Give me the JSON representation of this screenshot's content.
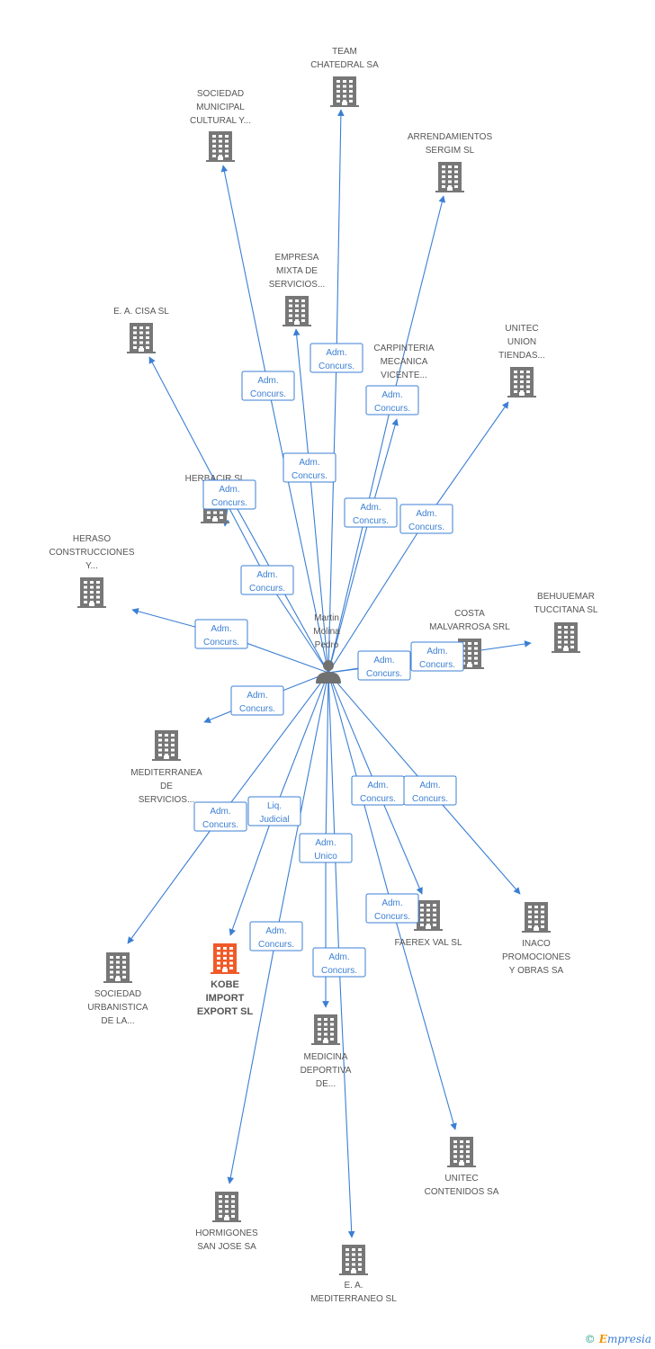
{
  "center": {
    "name_lines": [
      "Martin",
      "Molina",
      "Pedro"
    ]
  },
  "colors": {
    "edge": "#3b7fd4",
    "company": "#777777",
    "highlight": "#f05a28",
    "person": "#707070"
  },
  "nodes": [
    {
      "id": "team",
      "lines": [
        "TEAM",
        "CHATEDRAL SA"
      ]
    },
    {
      "id": "soc-municipal",
      "lines": [
        "SOCIEDAD",
        "MUNICIPAL",
        "CULTURAL Y..."
      ]
    },
    {
      "id": "arrend",
      "lines": [
        "ARRENDAMIENTOS",
        "SERGIM SL"
      ]
    },
    {
      "id": "empresa-mixta",
      "lines": [
        "EMPRESA",
        "MIXTA DE",
        "SERVICIOS..."
      ]
    },
    {
      "id": "ea-cisa",
      "lines": [
        "E. A. CISA SL"
      ]
    },
    {
      "id": "carpinteria",
      "lines": [
        "CARPINTERIA",
        "MECANICA",
        "VICENTE..."
      ]
    },
    {
      "id": "unitec-union",
      "lines": [
        "UNITEC",
        "UNION",
        "TIENDAS..."
      ]
    },
    {
      "id": "herbacir",
      "lines": [
        "HERBACIR SL"
      ]
    },
    {
      "id": "heraso",
      "lines": [
        "HERASO",
        "CONSTRUCCIONES",
        "Y..."
      ]
    },
    {
      "id": "costa",
      "lines": [
        "COSTA",
        "MALVARROSA SRL"
      ]
    },
    {
      "id": "behuuemar",
      "lines": [
        "BEHUUEMAR",
        "TUCCITANA SL"
      ]
    },
    {
      "id": "mediterranea-serv",
      "lines": [
        "MEDITERRANEA",
        "DE",
        "SERVICIOS..."
      ]
    },
    {
      "id": "faerex",
      "lines": [
        "FAEREX VAL SL"
      ]
    },
    {
      "id": "inaco",
      "lines": [
        "INACO",
        "PROMOCIONES",
        "Y OBRAS SA"
      ]
    },
    {
      "id": "soc-urbanistica",
      "lines": [
        "SOCIEDAD",
        "URBANISTICA",
        "DE LA..."
      ]
    },
    {
      "id": "kobe",
      "lines": [
        "KOBE",
        "IMPORT",
        "EXPORT SL"
      ]
    },
    {
      "id": "medicina",
      "lines": [
        "MEDICINA",
        "DEPORTIVA",
        "DE..."
      ]
    },
    {
      "id": "unitec-cont",
      "lines": [
        "UNITEC",
        "CONTENIDOS SA"
      ]
    },
    {
      "id": "hormigones",
      "lines": [
        "HORMIGONES",
        "SAN JOSE SA"
      ]
    },
    {
      "id": "ea-medit",
      "lines": [
        "E. A.",
        "MEDITERRANEO SL"
      ]
    }
  ],
  "edges": [
    {
      "to": "team",
      "lines": [
        "Adm.",
        "Concurs."
      ]
    },
    {
      "to": "soc-municipal",
      "lines": [
        "Adm.",
        "Concurs."
      ]
    },
    {
      "to": "arrend",
      "lines": [
        "Adm.",
        "Concurs."
      ]
    },
    {
      "to": "empresa-mixta",
      "lines": [
        "Adm.",
        "Concurs."
      ]
    },
    {
      "to": "ea-cisa",
      "lines": [
        "Adm.",
        "Concurs."
      ]
    },
    {
      "to": "carpinteria",
      "lines": [
        "Adm.",
        "Concurs."
      ]
    },
    {
      "to": "unitec-union",
      "lines": [
        "Adm.",
        "Concurs."
      ]
    },
    {
      "to": "herbacir",
      "lines": [
        "Adm.",
        "Concurs."
      ]
    },
    {
      "to": "heraso",
      "lines": [
        "Adm.",
        "Concurs."
      ]
    },
    {
      "to": "costa",
      "lines": [
        "Adm.",
        "Concurs."
      ]
    },
    {
      "to": "behuuemar",
      "lines": [
        "Adm.",
        "Concurs."
      ]
    },
    {
      "to": "mediterranea-serv",
      "lines": [
        "Adm.",
        "Concurs."
      ]
    },
    {
      "to": "faerex",
      "lines": [
        "Adm.",
        "Concurs."
      ]
    },
    {
      "to": "inaco",
      "lines": [
        "Adm.",
        "Concurs."
      ]
    },
    {
      "to": "soc-urbanistica",
      "lines": [
        "Adm.",
        "Concurs."
      ]
    },
    {
      "to": "kobe",
      "lines": [
        "Liq.",
        "Judicial"
      ]
    },
    {
      "to": "medicina",
      "lines": [
        "Adm.",
        "Unico"
      ]
    },
    {
      "to": "unitec-cont",
      "lines": [
        "Adm.",
        "Concurs."
      ]
    },
    {
      "to": "hormigones",
      "lines": [
        "Adm.",
        "Concurs."
      ]
    },
    {
      "to": "ea-medit",
      "lines": [
        "Adm.",
        "Concurs."
      ]
    }
  ],
  "footer": {
    "copyright": "©",
    "brand_first": "E",
    "brand_rest": "mpresia"
  }
}
